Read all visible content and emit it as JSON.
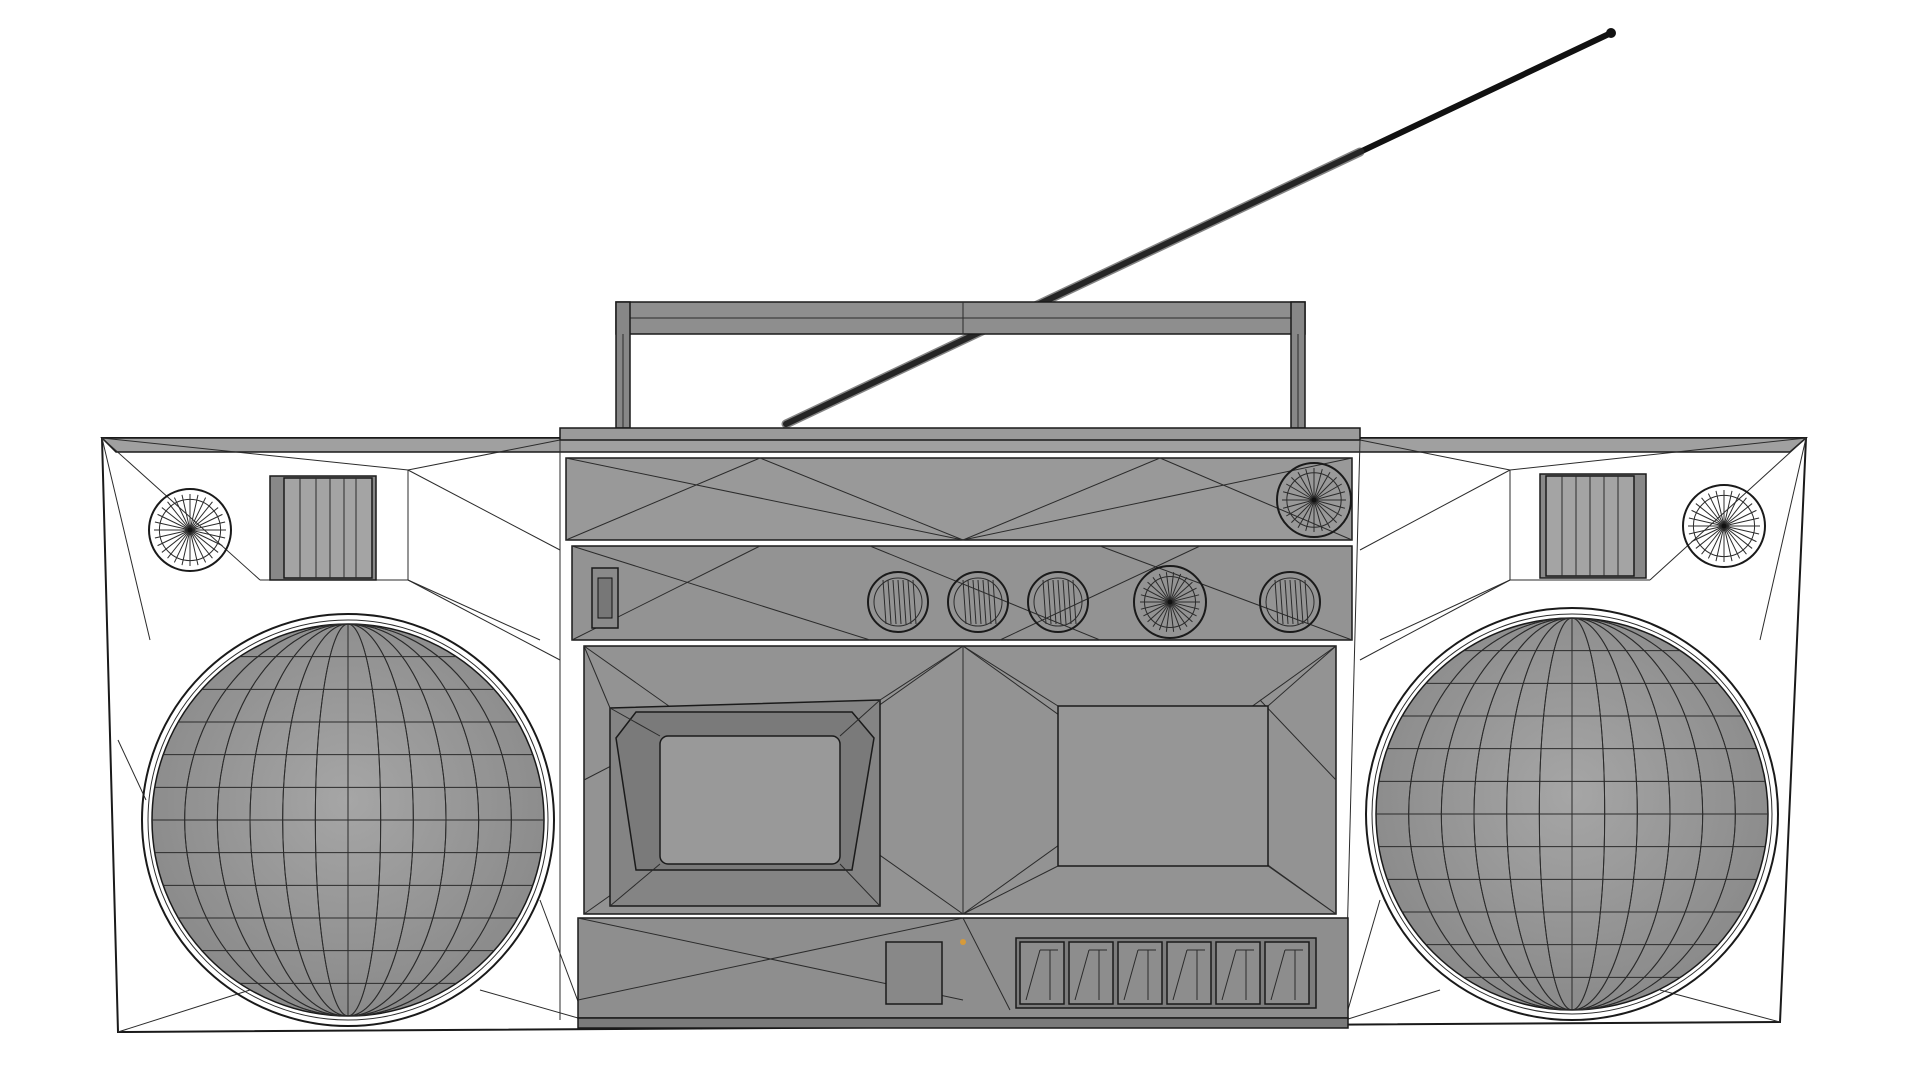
{
  "scene": {
    "subject": "boombox-wireframe-render",
    "view": "front-orthographic",
    "background_color": "#ffffff",
    "shading": {
      "base": "#8f8f8f",
      "light": "#a3a3a3",
      "mid": "#959595",
      "dark": "#7e7e7e",
      "darker": "#6e6e6e",
      "wire": "#2b2b2b"
    },
    "controls": {
      "knob_count": 6,
      "preset_button_count": 6
    }
  }
}
